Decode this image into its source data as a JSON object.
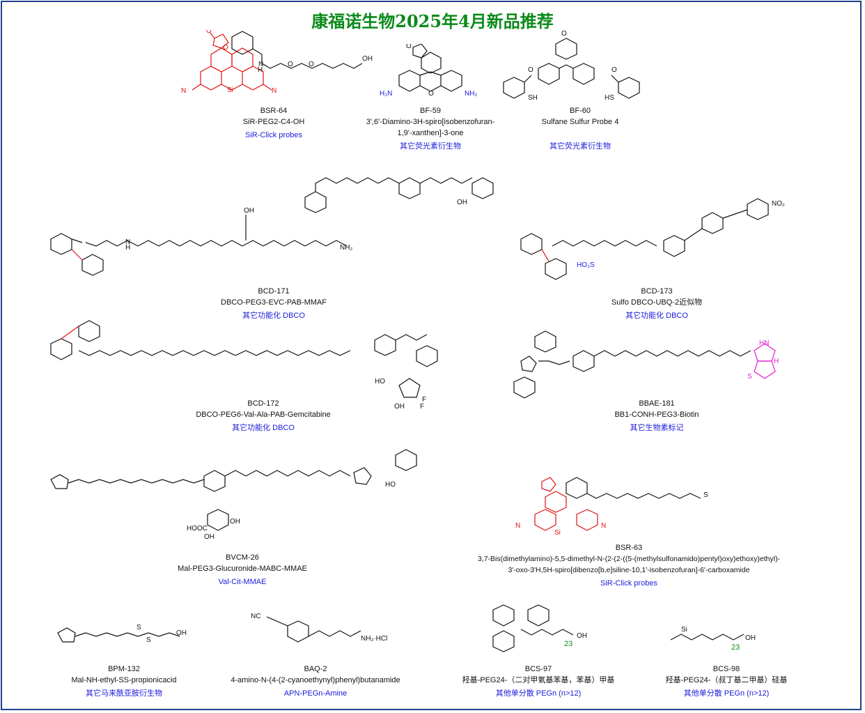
{
  "title": "康福诺生物2025年4月新品推荐",
  "colors": {
    "border": "#1f3f8f",
    "title": "#0a8a1a",
    "category": "#1a1adc",
    "highlight_red": "#e01010",
    "highlight_magenta": "#e020d0",
    "peg_count": "#0a8a1a"
  },
  "products": [
    {
      "id": "BSR-64",
      "name": "SiR-PEG2-C4-OH",
      "category": "SiR-Click probes"
    },
    {
      "id": "BF-59",
      "name": "3',6'-Diamino-3H-spiro[isobenzofuran-\n1,9'-xanthen]-3-one",
      "category": "其它荧光素衍生物"
    },
    {
      "id": "BF-60",
      "name": "Sulfane Sulfur Probe 4",
      "category": "其它荧光素衍生物"
    },
    {
      "id": "BCD-171",
      "name": "DBCO-PEG3-EVC-PAB-MMAF",
      "category": "其它功能化 DBCO"
    },
    {
      "id": "BCD-173",
      "name": "Sulfo DBCO-UBQ-2近似物",
      "category": "其它功能化 DBCO"
    },
    {
      "id": "BCD-172",
      "name": "DBCO-PEG6-Val-Ala-PAB-Gemcitabine",
      "category": "其它功能化 DBCO"
    },
    {
      "id": "BBAE-181",
      "name": "BB1-CONH-PEG3-Biotin",
      "category": "其它生物素标记"
    },
    {
      "id": "BVCM-26",
      "name": "Mal-PEG3-Glucuronide-MABC-MMAE",
      "category": "Val-Cit-MMAE"
    },
    {
      "id": "BSR-63",
      "name": "3,7-Bis(dimethylamino)-5,5-dimethyl-N-(2-(2-((5-(methylsulfonamido)pentyl)oxy)ethoxy)ethyl)-\n3'-oxo-3'H,5H-spiro[dibenzo[b,e]siline-10,1'-isobenzofuran]-6'-carboxamide",
      "category": "SiR-Click probes"
    },
    {
      "id": "BPM-132",
      "name": "Mal-NH-ethyl-SS-propionicacid",
      "category": "其它马来酰亚胺衍生物"
    },
    {
      "id": "BAQ-2",
      "name": "4-amino-N-(4-(2-cyanoethynyl)phenyl)butanamide",
      "category": "APN-PEGn-Amine"
    },
    {
      "id": "BCS-97",
      "name": "羟基-PEG24-（二对甲氧基苯基，苯基）甲基",
      "category": "其他单分散 PEGn (n>12)"
    },
    {
      "id": "BCS-98",
      "name": "羟基-PEG24-（叔丁基二甲基）硅基",
      "category": "其他单分散 PEGn (n>12)"
    }
  ],
  "atoms": {
    "oh": "OH",
    "h": "H",
    "n": "N",
    "o": "O",
    "s": "S",
    "si": "Si",
    "nh2": "NH₂",
    "h2n": "H₂N",
    "sh": "SH",
    "hs": "HS",
    "no2": "NO₂",
    "so3h": "HO₃S",
    "cooh_long": "HOOC",
    "peg": "23",
    "nh2hcl": "NH₂·HCl",
    "nc": "NC",
    "hn": "HN",
    "f": "F",
    "ho": "HO"
  }
}
